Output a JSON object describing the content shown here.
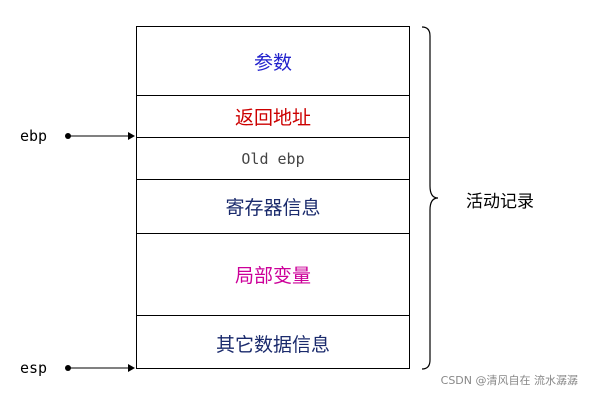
{
  "stack": {
    "frames": [
      {
        "label": "参数",
        "color": "#2222cc"
      },
      {
        "label": "返回地址",
        "color": "#cc0000"
      },
      {
        "label": "Old ebp",
        "color": "#444444"
      },
      {
        "label": "寄存器信息",
        "color": "#1a2a6c"
      },
      {
        "label": "局部变量",
        "color": "#cc0099"
      },
      {
        "label": "其它数据信息",
        "color": "#1a2a6c"
      }
    ]
  },
  "pointers": {
    "ebp": "ebp",
    "esp": "esp"
  },
  "brace_label": "活动记录",
  "watermark": "CSDN @清风自在 流水潺潺"
}
